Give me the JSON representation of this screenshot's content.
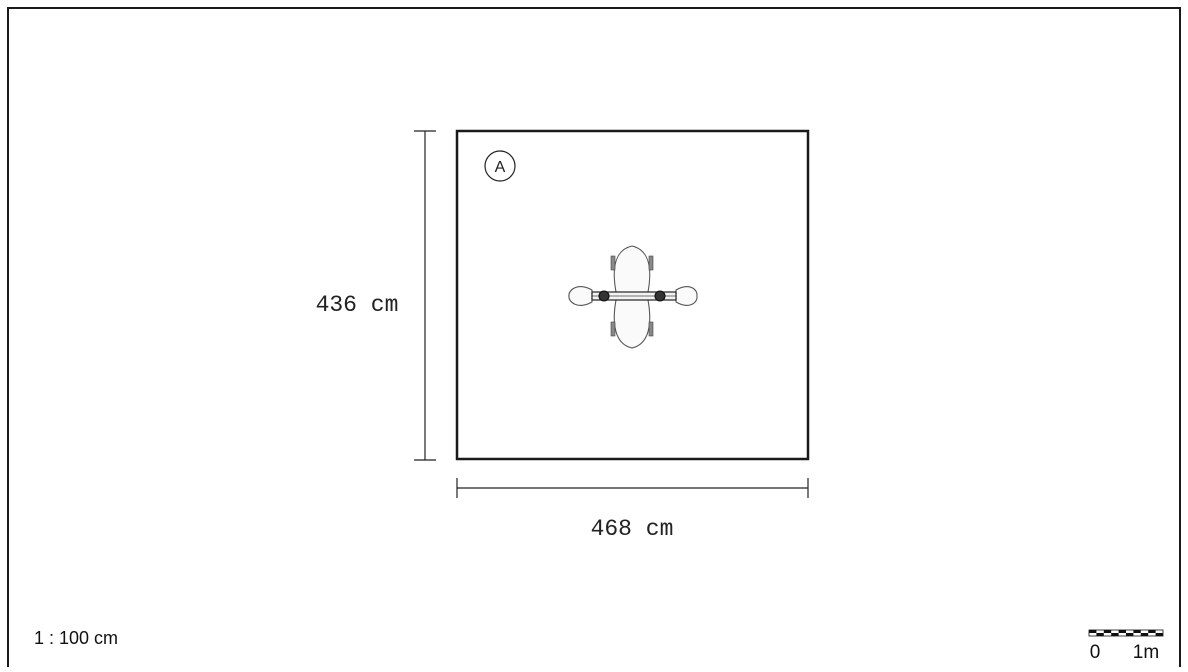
{
  "drawing": {
    "area_label": "A",
    "dimensions": {
      "height": "436 cm",
      "width": "468 cm"
    },
    "scale_text": "1 : 100 cm",
    "scale_bar": {
      "start_label": "0",
      "end_label": "1m"
    },
    "equipment": {
      "icon": "seesaw-icon"
    }
  }
}
